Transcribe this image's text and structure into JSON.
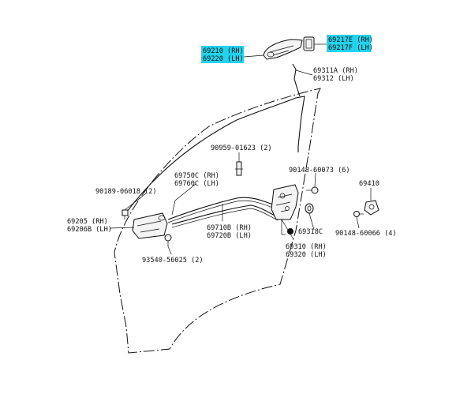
{
  "labels": {
    "handle_rh": "69210 (RH)",
    "handle_lh": "69220 (LH)",
    "cover_rh": "69217E (RH)",
    "cover_lh": "69217F (LH)",
    "rod_rh": "69311A (RH)",
    "rod_lh": "69312 (LH)",
    "clip": "90959-01623 (2)",
    "bolt_top": "90148-60073 (6)",
    "striker": "69410",
    "cable_rh": "69750C (RH)",
    "cable_lh": "69760C (LH)",
    "screw_left": "90189-06018 (2)",
    "inner_rh": "69205 (RH)",
    "inner_lh": "69206B (LH)",
    "screw_bottom": "93540-56025 (2)",
    "rod2_rh": "69710B (RH)",
    "rod2_lh": "69720B (LH)",
    "grommet": "69318C",
    "lock_rh": "69310 (RH)",
    "lock_lh": "69320 (LH)",
    "bolt_right": "90148-60066 (4)"
  },
  "colors": {
    "highlight": "#22d3ee",
    "ink": "#111111"
  }
}
